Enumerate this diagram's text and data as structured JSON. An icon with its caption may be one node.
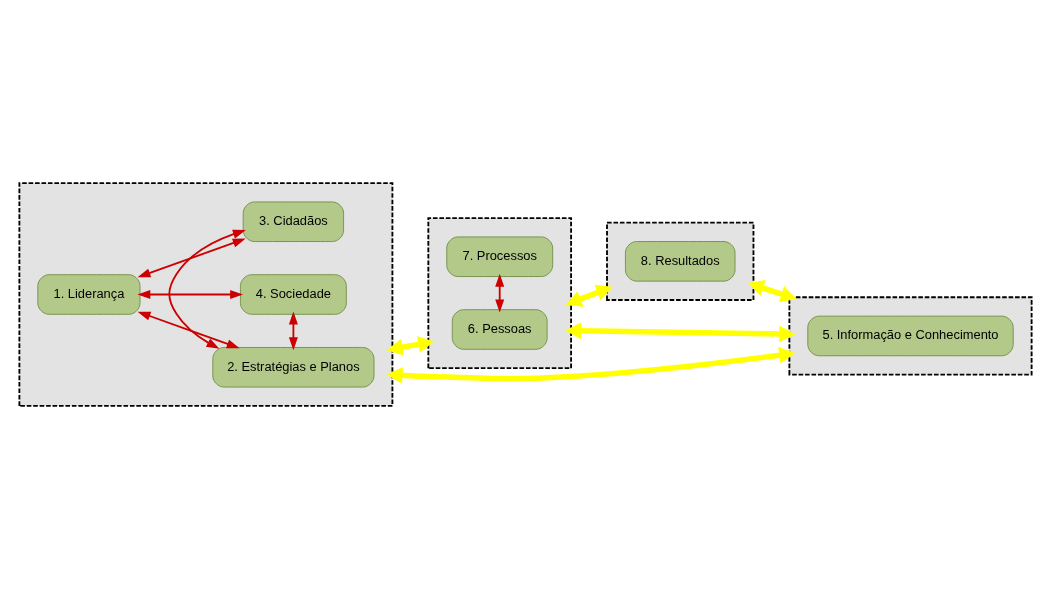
{
  "diagram": {
    "nodes": [
      {
        "text": [],
        "shape": "box"
      },
      {
        "text": [
          "1. Liderança"
        ],
        "in": 0
      },
      {
        "text": [
          "2. Estratégias e Planos"
        ],
        "in": 0
      },
      {
        "text": [
          "3. Cidadãos"
        ],
        "in": 0
      },
      {
        "text": [
          "4. Sociedade"
        ],
        "in": 0
      },
      {
        "text": [],
        "shape": "box"
      },
      {
        "text": [
          "6. Pessoas"
        ],
        "in": 5
      },
      {
        "text": [
          "7. Processos"
        ],
        "in": 5
      },
      {
        "text": [],
        "shape": "box"
      },
      {
        "text": [
          "8. Resultados"
        ],
        "in": 8
      },
      {
        "text": [],
        "shape": "box"
      },
      {
        "text": [
          "5. Informação e Conhecimento"
        ],
        "in": 10
      }
    ],
    "edges": [
      {
        "from": 1,
        "to": 3,
        "arrow": "both"
      },
      {
        "from": 2,
        "to": 3,
        "arrow": "both"
      },
      {
        "from": 1,
        "to": 2,
        "arrow": "both"
      },
      {
        "from": 2,
        "to": 4,
        "arrow": "both"
      },
      {
        "from": 1,
        "to": 4,
        "arrow": "both"
      },
      {
        "from": 6,
        "to": 7,
        "arrow": "both"
      },
      {
        "from": 0,
        "to": 5,
        "arrow": "both",
        "style": "thick",
        "color": "#ffff00"
      },
      {
        "from": 5,
        "to": 8,
        "arrow": "both",
        "style": "thick",
        "color": "#ffff00"
      },
      {
        "from": 0,
        "to": 10,
        "arrow": "both",
        "style": "thick",
        "color": "#ffff00"
      },
      {
        "from": 5,
        "to": 10,
        "arrow": "both",
        "style": "thick",
        "color": "#ffff00"
      },
      {
        "from": 8,
        "to": 10,
        "arrow": "both",
        "style": "thick",
        "color": "#ffff00"
      }
    ]
  }
}
